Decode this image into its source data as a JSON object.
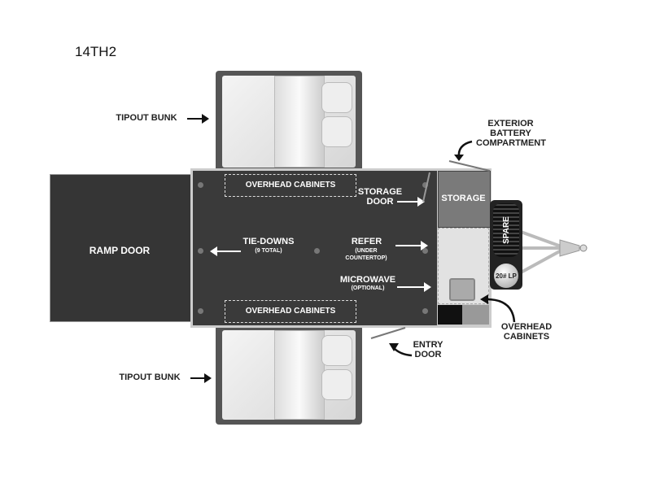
{
  "model": "14TH2",
  "labels": {
    "tipout_top": "TIPOUT BUNK",
    "tipout_bottom": "TIPOUT BUNK",
    "ramp_door": "RAMP DOOR",
    "overhead_top": "OVERHEAD CABINETS",
    "overhead_bottom": "OVERHEAD CABINETS",
    "storage_door": "STORAGE DOOR",
    "storage": "STORAGE",
    "tie_downs": "TIE-DOWNS",
    "tie_downs_note": "(9 TOTAL)",
    "refer": "REFER",
    "refer_note": "(UNDER COUNTERTOP)",
    "microwave": "MICROWAVE",
    "microwave_note": "(OPTIONAL)",
    "exterior_battery": "EXTERIOR BATTERY COMPARTMENT",
    "spare": "SPARE",
    "lp": "20# LP",
    "overhead_cabinets_right": "OVERHEAD CABINETS",
    "entry_door": "ENTRY DOOR"
  }
}
